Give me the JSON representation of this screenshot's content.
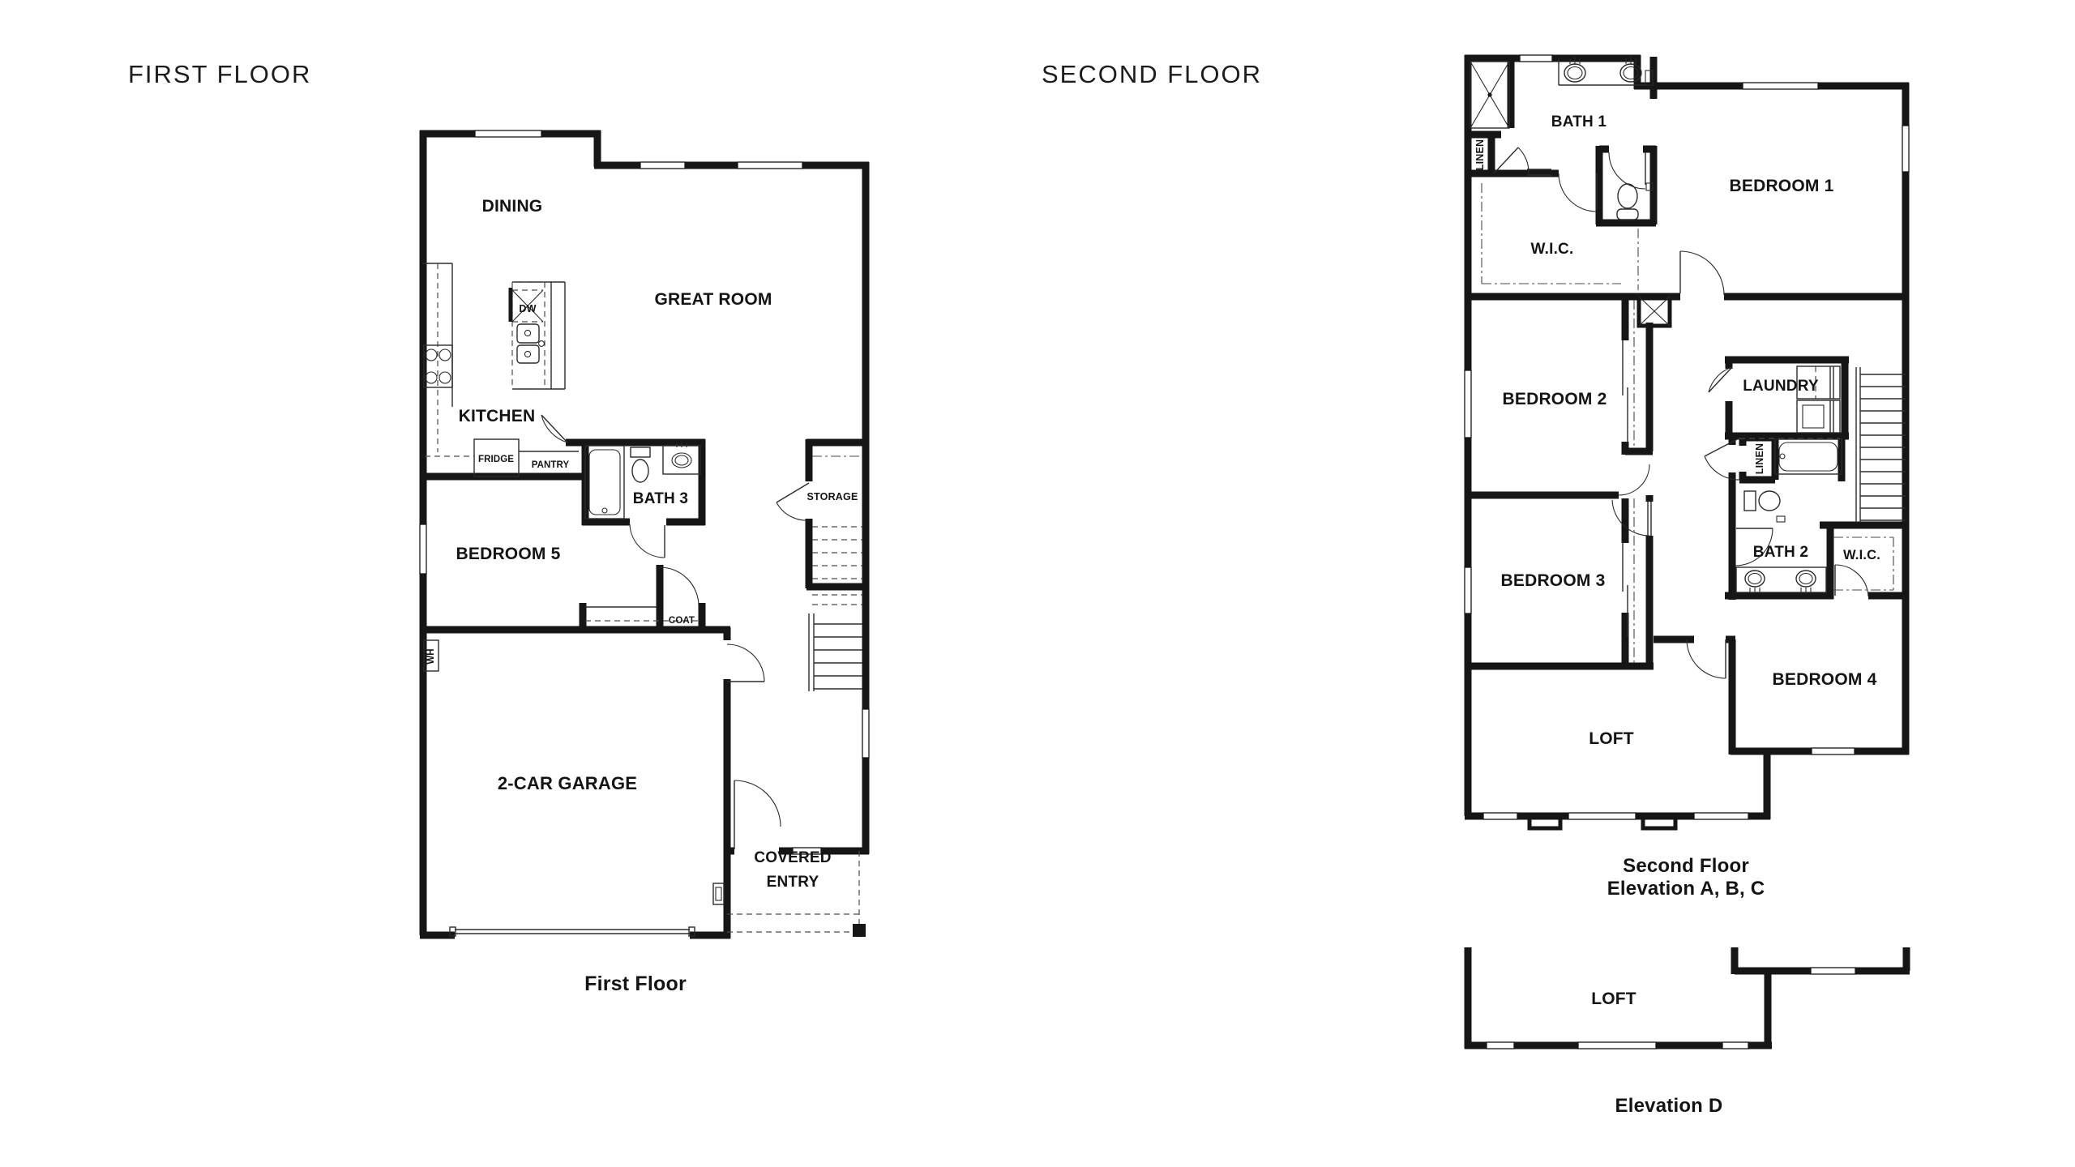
{
  "page": {
    "background": "#ffffff",
    "ink": "#161616"
  },
  "first_floor": {
    "heading": "FIRST FLOOR",
    "caption": "First Floor",
    "labels": {
      "dining": "DINING",
      "great_room": "GREAT ROOM",
      "kitchen": "KITCHEN",
      "dw": "DW",
      "fridge": "FRIDGE",
      "pantry": "PANTRY",
      "bath3": "BATH 3",
      "storage": "STORAGE",
      "bedroom5": "BEDROOM 5",
      "coat": "COAT",
      "wh": "WH",
      "garage": "2-CAR GARAGE",
      "covered_line1": "COVERED",
      "covered_line2": "ENTRY"
    }
  },
  "second_floor": {
    "heading": "SECOND FLOOR",
    "caption_line1": "Second Floor",
    "caption_line2": "Elevation A, B, C",
    "labels": {
      "bath1": "BATH 1",
      "linen1": "LINEN",
      "wic1": "W.I.C.",
      "bedroom1": "BEDROOM 1",
      "bedroom2": "BEDROOM 2",
      "laundry": "LAUNDRY",
      "linen2": "LINEN",
      "bath2": "BATH 2",
      "wic2": "W.I.C.",
      "bedroom3": "BEDROOM 3",
      "bedroom4": "BEDROOM 4",
      "loft": "LOFT"
    }
  },
  "elevation_d": {
    "caption": "Elevation D",
    "labels": {
      "loft": "LOFT"
    }
  }
}
